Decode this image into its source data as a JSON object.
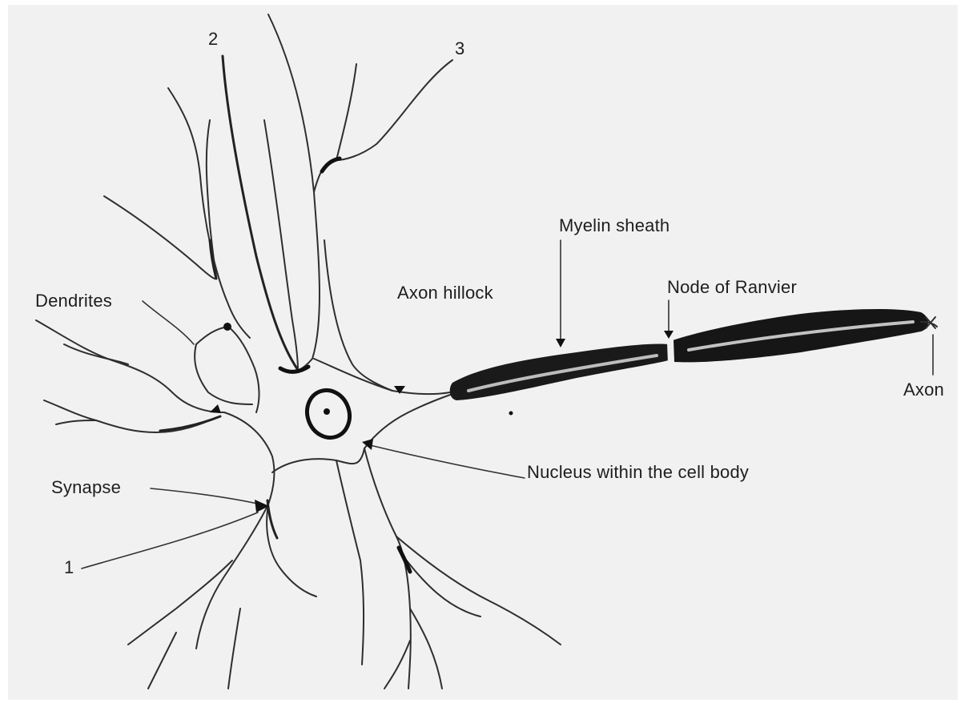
{
  "diagram": {
    "labels": {
      "dendrites": "Dendrites",
      "synapse": "Synapse",
      "axon_hillock": "Axon hillock",
      "myelin_sheath": "Myelin sheath",
      "node_of_ranvier": "Node of Ranvier",
      "axon": "Axon",
      "nucleus": "Nucleus within the cell body"
    },
    "numbers": {
      "one": "1",
      "two": "2",
      "three": "3"
    }
  }
}
